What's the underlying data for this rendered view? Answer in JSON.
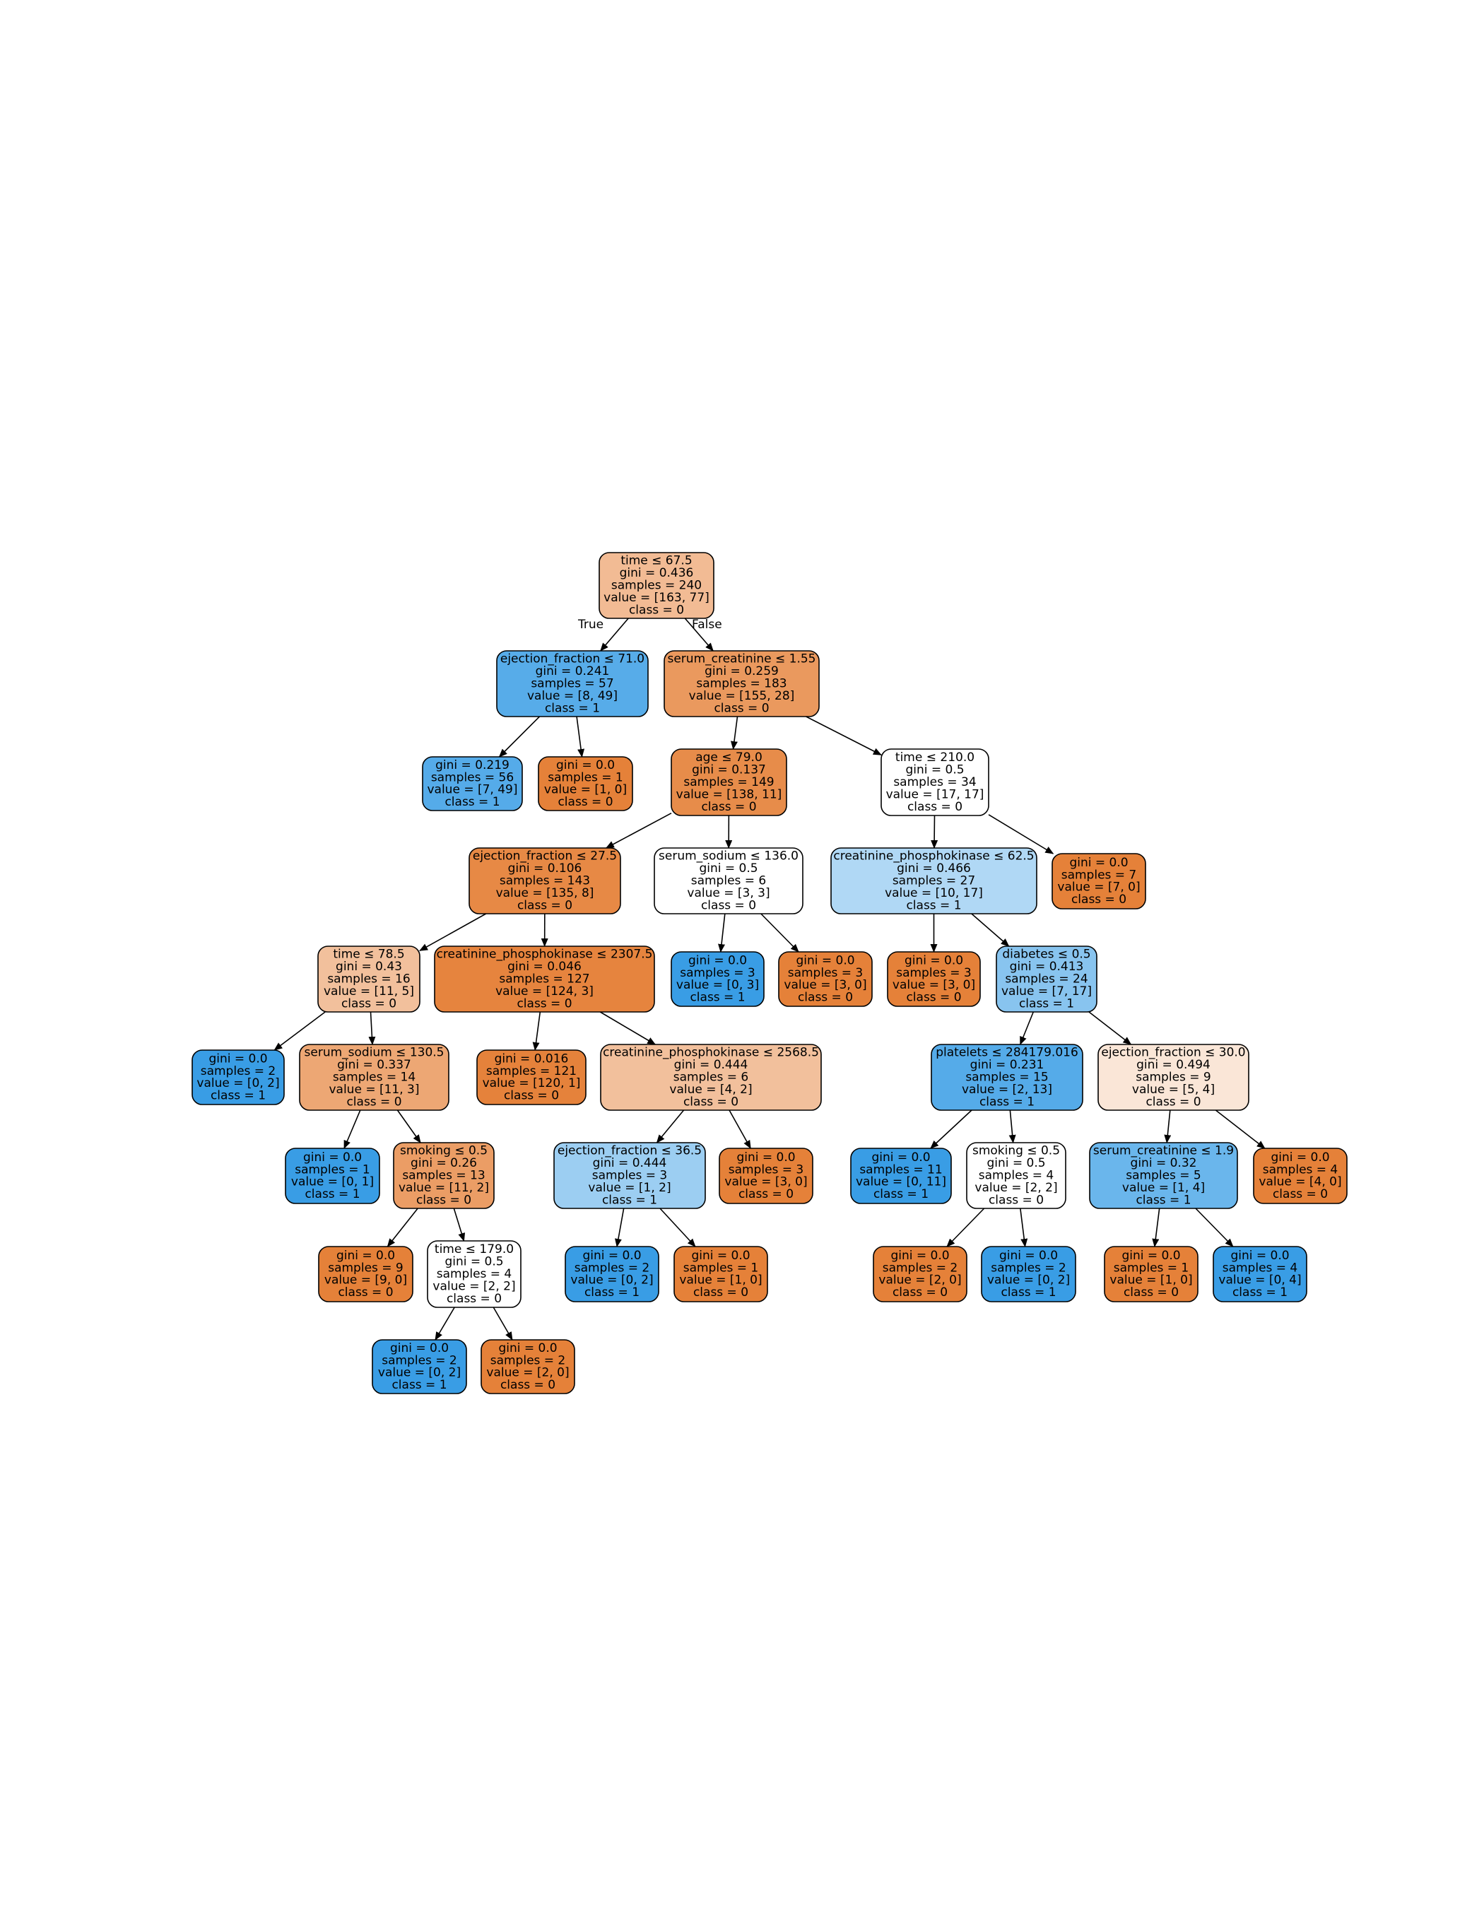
{
  "edge_labels": {
    "true_label": "True",
    "false_label": "False"
  },
  "nodes": [
    {
      "id": "n0",
      "color": "#f2bb94",
      "lines": [
        "time ≤ 67.5",
        "gini = 0.436",
        "samples = 240",
        "value = [163, 77]",
        "class = 0"
      ]
    },
    {
      "id": "n1",
      "color": "#57ace9",
      "lines": [
        "ejection_fraction ≤ 71.0",
        "gini = 0.241",
        "samples = 57",
        "value = [8, 49]",
        "class = 1"
      ]
    },
    {
      "id": "n2",
      "color": "#ea995e",
      "lines": [
        "serum_creatinine ≤ 1.55",
        "gini = 0.259",
        "samples = 183",
        "value = [155, 28]",
        "class = 0"
      ]
    },
    {
      "id": "n3",
      "color": "#55abe9",
      "lines": [
        "gini = 0.219",
        "samples = 56",
        "value = [7, 49]",
        "class = 1"
      ]
    },
    {
      "id": "n4",
      "color": "#e58139",
      "lines": [
        "gini = 0.0",
        "samples = 1",
        "value = [1, 0]",
        "class = 0"
      ]
    },
    {
      "id": "n5",
      "color": "#e78c4a",
      "lines": [
        "age ≤ 79.0",
        "gini = 0.137",
        "samples = 149",
        "value = [138, 11]",
        "class = 0"
      ]
    },
    {
      "id": "n6",
      "color": "#ffffff",
      "lines": [
        "time ≤ 210.0",
        "gini = 0.5",
        "samples = 34",
        "value = [17, 17]",
        "class = 0"
      ]
    },
    {
      "id": "n7",
      "color": "#e78945",
      "lines": [
        "ejection_fraction ≤ 27.5",
        "gini = 0.106",
        "samples = 143",
        "value = [135, 8]",
        "class = 0"
      ]
    },
    {
      "id": "n8",
      "color": "#ffffff",
      "lines": [
        "serum_sodium ≤ 136.0",
        "gini = 0.5",
        "samples = 6",
        "value = [3, 3]",
        "class = 0"
      ]
    },
    {
      "id": "n9",
      "color": "#b0d8f5",
      "lines": [
        "creatinine_phosphokinase ≤ 62.5",
        "gini = 0.466",
        "samples = 27",
        "value = [10, 17]",
        "class = 1"
      ]
    },
    {
      "id": "n10",
      "color": "#e58139",
      "lines": [
        "gini = 0.0",
        "samples = 7",
        "value = [7, 0]",
        "class = 0"
      ]
    },
    {
      "id": "n11",
      "color": "#f2c09c",
      "lines": [
        "time ≤ 78.5",
        "gini = 0.43",
        "samples = 16",
        "value = [11, 5]",
        "class = 0"
      ]
    },
    {
      "id": "n12",
      "color": "#e6843e",
      "lines": [
        "creatinine_phosphokinase ≤ 2307.5",
        "gini = 0.046",
        "samples = 127",
        "value = [124, 3]",
        "class = 0"
      ]
    },
    {
      "id": "n13",
      "color": "#399de5",
      "lines": [
        "gini = 0.0",
        "samples = 3",
        "value = [0, 3]",
        "class = 1"
      ]
    },
    {
      "id": "n14",
      "color": "#e58139",
      "lines": [
        "gini = 0.0",
        "samples = 3",
        "value = [3, 0]",
        "class = 0"
      ]
    },
    {
      "id": "n15",
      "color": "#e58139",
      "lines": [
        "gini = 0.0",
        "samples = 3",
        "value = [3, 0]",
        "class = 0"
      ]
    },
    {
      "id": "n16",
      "color": "#88c4ef",
      "lines": [
        "diabetes ≤ 0.5",
        "gini = 0.413",
        "samples = 24",
        "value = [7, 17]",
        "class = 1"
      ]
    },
    {
      "id": "n17",
      "color": "#399de5",
      "lines": [
        "gini = 0.0",
        "samples = 2",
        "value = [0, 2]",
        "class = 1"
      ]
    },
    {
      "id": "n18",
      "color": "#eda774",
      "lines": [
        "serum_sodium ≤ 130.5",
        "gini = 0.337",
        "samples = 14",
        "value = [11, 3]",
        "class = 0"
      ]
    },
    {
      "id": "n19",
      "color": "#e5823b",
      "lines": [
        "gini = 0.016",
        "samples = 121",
        "value = [120, 1]",
        "class = 0"
      ]
    },
    {
      "id": "n20",
      "color": "#f2c09c",
      "lines": [
        "creatinine_phosphokinase ≤ 2568.5",
        "gini = 0.444",
        "samples = 6",
        "value = [4, 2]",
        "class = 0"
      ]
    },
    {
      "id": "n21",
      "color": "#55abe9",
      "lines": [
        "platelets ≤ 284179.016",
        "gini = 0.231",
        "samples = 15",
        "value = [2, 13]",
        "class = 1"
      ]
    },
    {
      "id": "n22",
      "color": "#fae6d7",
      "lines": [
        "ejection_fraction ≤ 30.0",
        "gini = 0.494",
        "samples = 9",
        "value = [5, 4]",
        "class = 0"
      ]
    },
    {
      "id": "n23",
      "color": "#399de5",
      "lines": [
        "gini = 0.0",
        "samples = 1",
        "value = [0, 1]",
        "class = 1"
      ]
    },
    {
      "id": "n24",
      "color": "#eb9d65",
      "lines": [
        "smoking ≤ 0.5",
        "gini = 0.26",
        "samples = 13",
        "value = [11, 2]",
        "class = 0"
      ]
    },
    {
      "id": "n25",
      "color": "#9ccef2",
      "lines": [
        "ejection_fraction ≤ 36.5",
        "gini = 0.444",
        "samples = 3",
        "value = [1, 2]",
        "class = 1"
      ]
    },
    {
      "id": "n26",
      "color": "#e58139",
      "lines": [
        "gini = 0.0",
        "samples = 3",
        "value = [3, 0]",
        "class = 0"
      ]
    },
    {
      "id": "n27",
      "color": "#399de5",
      "lines": [
        "gini = 0.0",
        "samples = 11",
        "value = [0, 11]",
        "class = 1"
      ]
    },
    {
      "id": "n28",
      "color": "#ffffff",
      "lines": [
        "smoking ≤ 0.5",
        "gini = 0.5",
        "samples = 4",
        "value = [2, 2]",
        "class = 0"
      ]
    },
    {
      "id": "n29",
      "color": "#6ab6ec",
      "lines": [
        "serum_creatinine ≤ 1.9",
        "gini = 0.32",
        "samples = 5",
        "value = [1, 4]",
        "class = 1"
      ]
    },
    {
      "id": "n30",
      "color": "#e58139",
      "lines": [
        "gini = 0.0",
        "samples = 4",
        "value = [4, 0]",
        "class = 0"
      ]
    },
    {
      "id": "n31",
      "color": "#e58139",
      "lines": [
        "gini = 0.0",
        "samples = 9",
        "value = [9, 0]",
        "class = 0"
      ]
    },
    {
      "id": "n32",
      "color": "#ffffff",
      "lines": [
        "time ≤ 179.0",
        "gini = 0.5",
        "samples = 4",
        "value = [2, 2]",
        "class = 0"
      ]
    },
    {
      "id": "n33",
      "color": "#399de5",
      "lines": [
        "gini = 0.0",
        "samples = 2",
        "value = [0, 2]",
        "class = 1"
      ]
    },
    {
      "id": "n34",
      "color": "#e58139",
      "lines": [
        "gini = 0.0",
        "samples = 1",
        "value = [1, 0]",
        "class = 0"
      ]
    },
    {
      "id": "n35",
      "color": "#e58139",
      "lines": [
        "gini = 0.0",
        "samples = 2",
        "value = [2, 0]",
        "class = 0"
      ]
    },
    {
      "id": "n36",
      "color": "#399de5",
      "lines": [
        "gini = 0.0",
        "samples = 2",
        "value = [0, 2]",
        "class = 1"
      ]
    },
    {
      "id": "n37",
      "color": "#e58139",
      "lines": [
        "gini = 0.0",
        "samples = 1",
        "value = [1, 0]",
        "class = 0"
      ]
    },
    {
      "id": "n38",
      "color": "#399de5",
      "lines": [
        "gini = 0.0",
        "samples = 4",
        "value = [0, 4]",
        "class = 1"
      ]
    },
    {
      "id": "n39",
      "color": "#399de5",
      "lines": [
        "gini = 0.0",
        "samples = 2",
        "value = [0, 2]",
        "class = 1"
      ]
    },
    {
      "id": "n40",
      "color": "#e58139",
      "lines": [
        "gini = 0.0",
        "samples = 2",
        "value = [2, 0]",
        "class = 0"
      ]
    }
  ],
  "edges": [
    [
      "n0",
      "n1"
    ],
    [
      "n0",
      "n2"
    ],
    [
      "n1",
      "n3"
    ],
    [
      "n1",
      "n4"
    ],
    [
      "n2",
      "n5"
    ],
    [
      "n2",
      "n6"
    ],
    [
      "n5",
      "n7"
    ],
    [
      "n5",
      "n8"
    ],
    [
      "n6",
      "n9"
    ],
    [
      "n6",
      "n10"
    ],
    [
      "n7",
      "n11"
    ],
    [
      "n7",
      "n12"
    ],
    [
      "n8",
      "n13"
    ],
    [
      "n8",
      "n14"
    ],
    [
      "n9",
      "n15"
    ],
    [
      "n9",
      "n16"
    ],
    [
      "n11",
      "n17"
    ],
    [
      "n11",
      "n18"
    ],
    [
      "n12",
      "n19"
    ],
    [
      "n12",
      "n20"
    ],
    [
      "n16",
      "n21"
    ],
    [
      "n16",
      "n22"
    ],
    [
      "n18",
      "n23"
    ],
    [
      "n18",
      "n24"
    ],
    [
      "n20",
      "n25"
    ],
    [
      "n20",
      "n26"
    ],
    [
      "n21",
      "n27"
    ],
    [
      "n21",
      "n28"
    ],
    [
      "n22",
      "n29"
    ],
    [
      "n22",
      "n30"
    ],
    [
      "n24",
      "n31"
    ],
    [
      "n24",
      "n32"
    ],
    [
      "n25",
      "n33"
    ],
    [
      "n25",
      "n34"
    ],
    [
      "n28",
      "n35"
    ],
    [
      "n28",
      "n36"
    ],
    [
      "n29",
      "n37"
    ],
    [
      "n29",
      "n38"
    ],
    [
      "n32",
      "n39"
    ],
    [
      "n32",
      "n40"
    ]
  ]
}
